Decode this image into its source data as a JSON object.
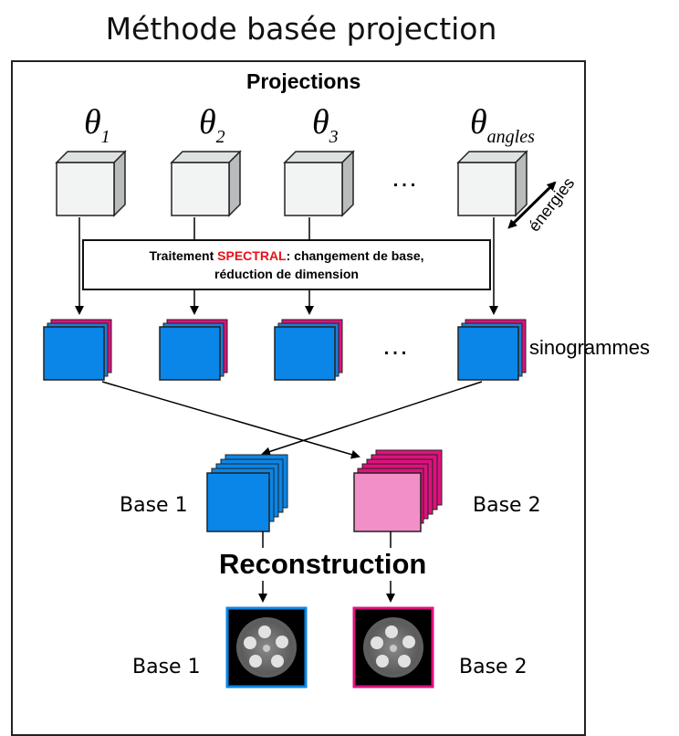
{
  "title": "Méthode basée projection",
  "projections_heading": "Projections",
  "thetas": [
    {
      "symbol": "θ",
      "sub": "1"
    },
    {
      "symbol": "θ",
      "sub": "2"
    },
    {
      "symbol": "θ",
      "sub": "3"
    },
    {
      "symbol": "θ",
      "sub": "angles"
    }
  ],
  "ellipsis": "…",
  "energies_label": "énergies",
  "spectral": {
    "prefix": "Traitement ",
    "highlight": "SPECTRAL",
    "line1_rest": ": changement de base,",
    "line2": "réduction de dimension"
  },
  "sinogrammes_label": "sinogrammes",
  "bases_top": {
    "left": "Base 1",
    "right": "Base 2"
  },
  "reconstruction_label": "Reconstruction",
  "bases_bottom": {
    "left": "Base 1",
    "right": "Base 2"
  },
  "colors": {
    "cube_face": "#f2f4f4",
    "cube_side": "#b9bcbc",
    "blue": "#0a86e8",
    "pink": "#f28ec8",
    "magenta": "#e0117f",
    "red_text": "#e8101a"
  }
}
